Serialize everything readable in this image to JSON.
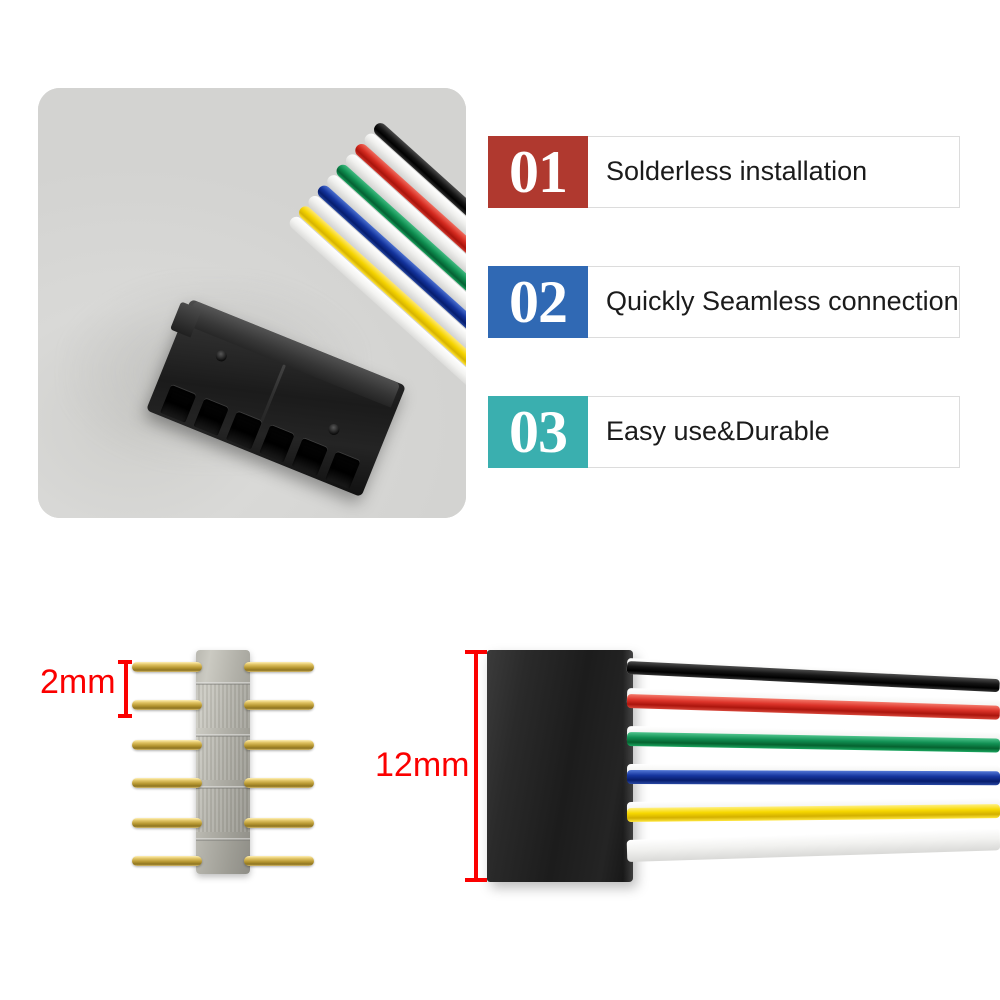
{
  "features": [
    {
      "number": "01",
      "label": "Solderless installation",
      "color": "#b0392f"
    },
    {
      "number": "02",
      "label": "Quickly Seamless connection",
      "color": "#3069b4"
    },
    {
      "number": "03",
      "label": "Easy use&Durable",
      "color": "#3aafaf"
    }
  ],
  "dimensions": {
    "pin_pitch": "2mm",
    "connector_height": "12mm",
    "annotation_color": "#fb0000"
  },
  "product_photo": {
    "connector_type": "6-pin female connector",
    "wire_colors": [
      "black",
      "red",
      "green",
      "blue",
      "yellow",
      "white"
    ],
    "background_color": "#d6d6d4"
  },
  "pin_connector": {
    "pin_count": 6,
    "pin_color": "#c9a84a",
    "body_color": "#b2b1a9"
  },
  "cable_view": {
    "head_color": "#1c1c1c",
    "wire_colors": [
      "black",
      "red",
      "green",
      "blue",
      "yellow",
      "white"
    ]
  }
}
